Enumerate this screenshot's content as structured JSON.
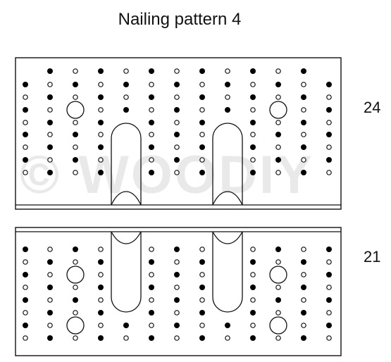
{
  "title": "Nailing pattern 4",
  "plates": [
    {
      "id": "top",
      "nail_count": "24"
    },
    {
      "id": "bottom",
      "nail_count": "21"
    }
  ],
  "watermark": "© WOODIY",
  "colors": {
    "line": "#111111",
    "filled": "#000000",
    "open": "#ffffff"
  }
}
